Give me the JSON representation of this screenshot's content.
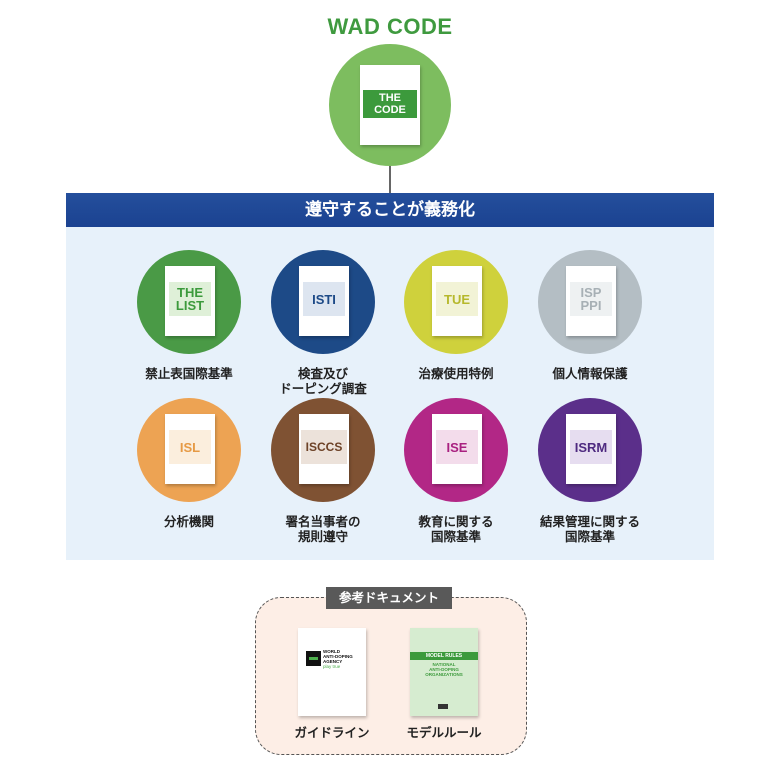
{
  "top": {
    "title": "WAD CODE",
    "code_line1": "THE",
    "code_line2": "CODE",
    "circle_color": "#7dbd5f"
  },
  "banner": {
    "text": "遵守することが義務化"
  },
  "standards": [
    {
      "abbr1": "THE",
      "abbr2": "LIST",
      "caption1": "禁止表国際基準",
      "caption2": "",
      "color": "#4a9a46",
      "text_color": "#3c9a3c"
    },
    {
      "abbr1": "ISTI",
      "abbr2": "",
      "caption1": "検査及び",
      "caption2": "ドーピング調査",
      "color": "#1d4a87",
      "text_color": "#1d4a87"
    },
    {
      "abbr1": "TUE",
      "abbr2": "",
      "caption1": "治療使用特例",
      "caption2": "",
      "color": "#cfd13c",
      "text_color": "#b6b82c"
    },
    {
      "abbr1": "ISP",
      "abbr2": "PPI",
      "caption1": "個人情報保護",
      "caption2": "",
      "color": "#b4bec4",
      "text_color": "#a7b0b5"
    },
    {
      "abbr1": "ISL",
      "abbr2": "",
      "caption1": "分析機関",
      "caption2": "",
      "color": "#eda353",
      "text_color": "#e69a45"
    },
    {
      "abbr1": "ISCCS",
      "abbr2": "",
      "caption1": "署名当事者の",
      "caption2": "規則遵守",
      "color": "#7f5233",
      "text_color": "#6d4227"
    },
    {
      "abbr1": "ISE",
      "abbr2": "",
      "caption1": "教育に関する",
      "caption2": "国際基準",
      "color": "#b22786",
      "text_color": "#a92180"
    },
    {
      "abbr1": "ISRM",
      "abbr2": "",
      "caption1": "結果管理に関する",
      "caption2": "国際基準",
      "color": "#5b2f8a",
      "text_color": "#4f2a80"
    }
  ],
  "reference": {
    "tag": "参考ドキュメント",
    "guide": {
      "logo_line1": "WORLD",
      "logo_line2": "ANTI-DOPING",
      "logo_line3": "AGENCY",
      "logo_line4": "play true",
      "caption": "ガイドライン"
    },
    "model": {
      "header": "MODEL RULES",
      "sub1": "NATIONAL",
      "sub2": "ANTI-DOPING",
      "sub3": "ORGANIZATIONS",
      "caption": "モデルルール"
    }
  }
}
